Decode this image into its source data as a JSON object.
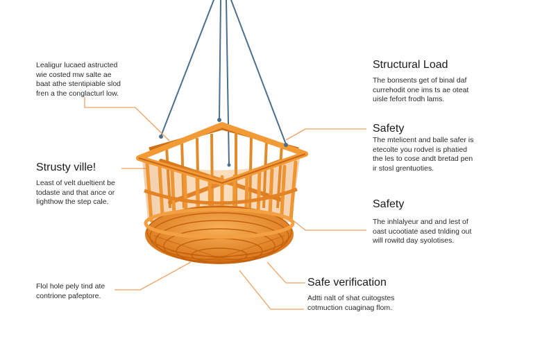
{
  "colors": {
    "rope": "#4a6f8c",
    "basket_main": "#f0922c",
    "basket_dark": "#cf6f16",
    "basket_light": "#f8b45a",
    "leader": "#f0a060",
    "text": "#222222"
  },
  "labels": {
    "top_left": {
      "lines": [
        "Lealigur lucaed astructed",
        "wie costed mw salte ae",
        "baat athe stentipiable slod",
        "fren a the conglacturl low."
      ]
    },
    "mid_left": {
      "title": "Strusty ville!",
      "lines": [
        "Least of velt dueltient be",
        "todaste and that ance or",
        "Iighthow the step cale."
      ]
    },
    "bottom_left": {
      "lines": [
        "Flol hole pely tind ate",
        "contrione pafeptore."
      ]
    },
    "right_1": {
      "title": "Structural Load",
      "lines": [
        "The bonsents get of binal daf",
        "currehodit one ims ts ae oteat",
        "uisle fefort frodh lams."
      ]
    },
    "right_2": {
      "title": "Safety",
      "lines": [
        "The mtelicent and balle safer is",
        "etecolte you rodvel is phatied",
        "the les to cose andt bretad pen",
        "ir stosl grentuoties."
      ]
    },
    "right_3": {
      "title": "Safety",
      "lines": [
        "The inhlalyeur and and lest of",
        "oast ucootiate ased tnlding out",
        "will rowitd day syolotises."
      ]
    },
    "right_4": {
      "title": "Safe verification",
      "lines": [
        "Adtti nalt of shat cuitogstes",
        "cotmuction cuaginag flom."
      ]
    }
  }
}
